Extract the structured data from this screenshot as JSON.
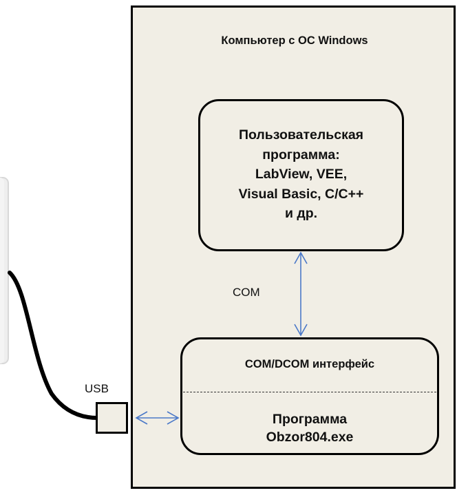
{
  "computer": {
    "title": "Компьютер с ОС Windows"
  },
  "user_program": {
    "text": "Пользовательская\nпрограмма:\nLabView, VEE,\nVisual Basic, C/C++\nи др."
  },
  "link_com": {
    "label": "COM"
  },
  "com_interface": {
    "title": "COM/DCOM интерфейс",
    "program": "Программа\nObzor804.exe"
  },
  "usb": {
    "label": "USB"
  },
  "colors": {
    "panel_background": "#f1eee5",
    "arrow": "#4a78c8",
    "outline": "#000000"
  }
}
